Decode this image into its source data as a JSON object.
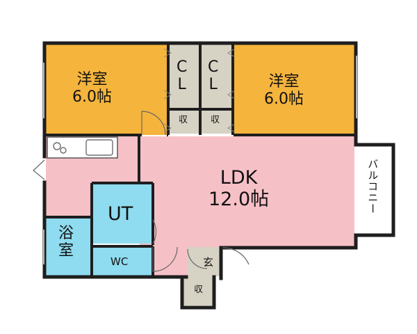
{
  "floor_plan": {
    "rooms": {
      "western_left": {
        "name": "洋室",
        "size": "6.0帖"
      },
      "western_right": {
        "name": "洋室",
        "size": "6.0帖"
      },
      "ldk": {
        "name": "LDK",
        "size": "12.0帖"
      },
      "ut": {
        "name": "UT"
      },
      "bath": {
        "name": "浴\n室"
      },
      "wc": {
        "name": "WC"
      },
      "entrance": {
        "name": "玄"
      },
      "balcony": {
        "name": "バルコニー"
      }
    },
    "closets": {
      "cl_left": "C\nL",
      "cl_right": "C\nL",
      "storage_1": "収",
      "storage_2": "収",
      "storage_entrance": "収"
    },
    "colors": {
      "western_room": "#F5B43C",
      "ldk": "#F6C0C7",
      "wet_area": "#8FDBEF",
      "closet": "#D6D2C4",
      "wall": "#1E1E1E",
      "window": "#B7B7B7"
    }
  }
}
